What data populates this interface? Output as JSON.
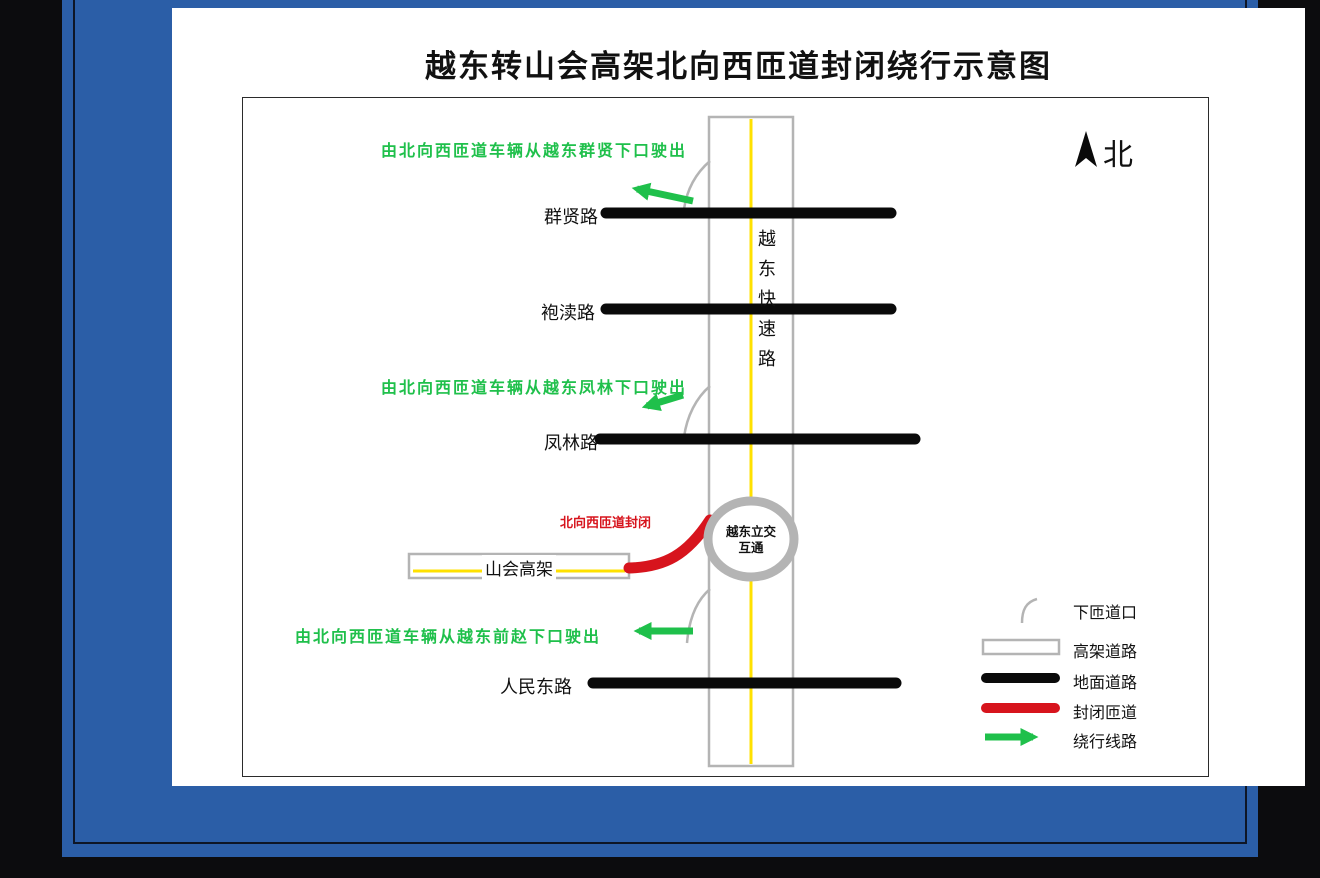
{
  "title": "越东转山会高架北向西匝道封闭绕行示意图",
  "compass": {
    "label": "北"
  },
  "expressway": {
    "label": "越东快速路"
  },
  "roads": {
    "qunxian": "群贤路",
    "paodu": "袍渎路",
    "fenglin": "凤林路",
    "renmin": "人民东路"
  },
  "shanhui": {
    "label": "山会高架"
  },
  "interchange": {
    "line1": "越东立交",
    "line2": "互通"
  },
  "closed_ramp": {
    "label": "北向西匝道封闭"
  },
  "detours": {
    "top": "由北向西匝道车辆从越东群贤下口驶出",
    "middle": "由北向西匝道车辆从越东凤林下口驶出",
    "bottom": "由北向西匝道车辆从越东前赵下口驶出"
  },
  "legend": {
    "ramp_exit": "下匝道口",
    "elevated_road": "高架道路",
    "ground_road": "地面道路",
    "closed_ramp": "封闭匝道",
    "detour_route": "绕行线路"
  },
  "colors": {
    "frame_blue": "#2b5ea7",
    "background_black": "#0c0c0e",
    "ground_road_black": "#0a0a0a",
    "closed_ramp_red": "#d7141d",
    "detour_green": "#1fc04b",
    "center_line_yellow": "#ffe100",
    "elevated_border_gray": "#b4b4b4"
  }
}
